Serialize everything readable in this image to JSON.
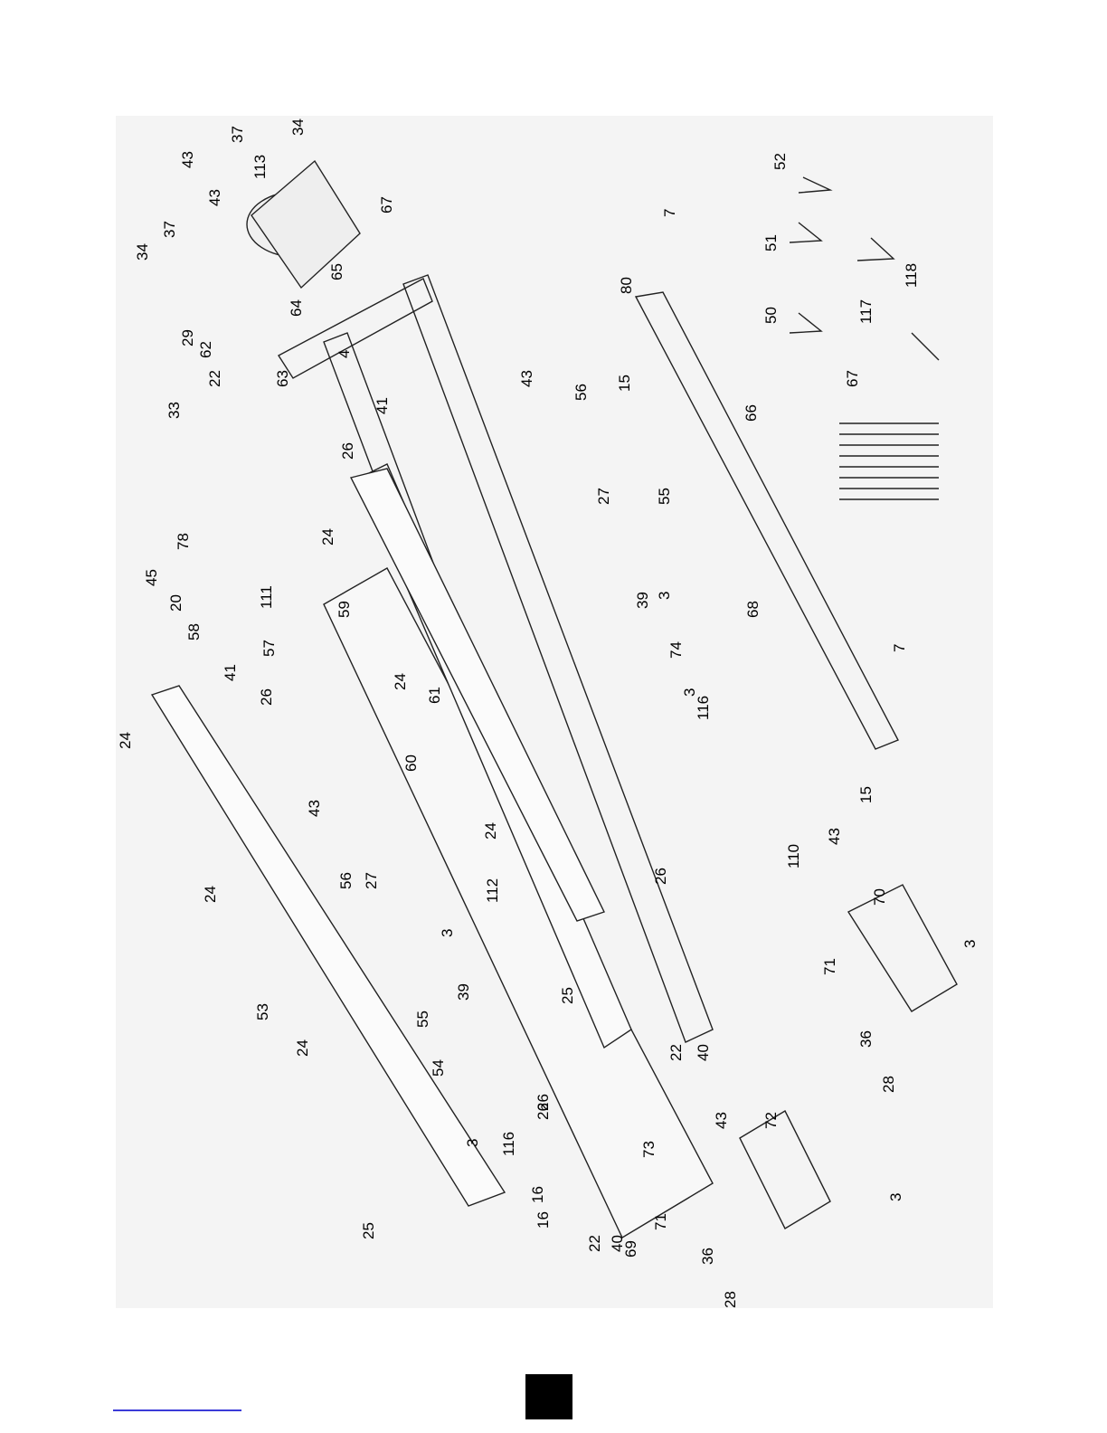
{
  "page": {
    "link_color": "#3b3bd8",
    "page_box_color": "#000000"
  },
  "diagram": {
    "callouts": [
      {
        "id": "c34a",
        "text": "34"
      },
      {
        "id": "c37a",
        "text": "37"
      },
      {
        "id": "c43a",
        "text": "43"
      },
      {
        "id": "c113",
        "text": "113"
      },
      {
        "id": "c43b",
        "text": "43"
      },
      {
        "id": "c37b",
        "text": "37"
      },
      {
        "id": "c34b",
        "text": "34"
      },
      {
        "id": "c67a",
        "text": "67"
      },
      {
        "id": "c65",
        "text": "65"
      },
      {
        "id": "c64",
        "text": "64"
      },
      {
        "id": "c29",
        "text": "29"
      },
      {
        "id": "c62",
        "text": "62"
      },
      {
        "id": "c4",
        "text": "4"
      },
      {
        "id": "c33",
        "text": "33"
      },
      {
        "id": "c22a",
        "text": "22"
      },
      {
        "id": "c63",
        "text": "63"
      },
      {
        "id": "c41a",
        "text": "41"
      },
      {
        "id": "c26a",
        "text": "26"
      },
      {
        "id": "c43c",
        "text": "43"
      },
      {
        "id": "c56a",
        "text": "56"
      },
      {
        "id": "c27a",
        "text": "27"
      },
      {
        "id": "c45",
        "text": "45"
      },
      {
        "id": "c24a",
        "text": "24"
      },
      {
        "id": "c78",
        "text": "78"
      },
      {
        "id": "c20",
        "text": "20"
      },
      {
        "id": "c111",
        "text": "111"
      },
      {
        "id": "c58",
        "text": "58"
      },
      {
        "id": "c59",
        "text": "59"
      },
      {
        "id": "c41b",
        "text": "41"
      },
      {
        "id": "c57",
        "text": "57"
      },
      {
        "id": "c26b",
        "text": "26"
      },
      {
        "id": "c24b",
        "text": "24"
      },
      {
        "id": "c55a",
        "text": "55"
      },
      {
        "id": "c3a",
        "text": "3"
      },
      {
        "id": "c39a",
        "text": "39"
      },
      {
        "id": "c80",
        "text": "80"
      },
      {
        "id": "c7a",
        "text": "7"
      },
      {
        "id": "c15a",
        "text": "15"
      },
      {
        "id": "c66",
        "text": "66"
      },
      {
        "id": "c68",
        "text": "68"
      },
      {
        "id": "c7b",
        "text": "7"
      },
      {
        "id": "c15b",
        "text": "15"
      },
      {
        "id": "c74",
        "text": "74"
      },
      {
        "id": "c61",
        "text": "61"
      },
      {
        "id": "c3b",
        "text": "3"
      },
      {
        "id": "c116a",
        "text": "116"
      },
      {
        "id": "c24c",
        "text": "24"
      },
      {
        "id": "c60",
        "text": "60"
      },
      {
        "id": "c43d",
        "text": "43"
      },
      {
        "id": "c56b",
        "text": "56"
      },
      {
        "id": "c27b",
        "text": "27"
      },
      {
        "id": "c24d",
        "text": "24"
      },
      {
        "id": "c24e",
        "text": "24"
      },
      {
        "id": "c24f",
        "text": "24"
      },
      {
        "id": "c53",
        "text": "53"
      },
      {
        "id": "c112",
        "text": "112"
      },
      {
        "id": "c3c",
        "text": "3"
      },
      {
        "id": "c39b",
        "text": "39"
      },
      {
        "id": "c55b",
        "text": "55"
      },
      {
        "id": "c54",
        "text": "54"
      },
      {
        "id": "c3d",
        "text": "3"
      },
      {
        "id": "c116b",
        "text": "116"
      },
      {
        "id": "c25a",
        "text": "25"
      },
      {
        "id": "c26c",
        "text": "26"
      },
      {
        "id": "c16a",
        "text": "16"
      },
      {
        "id": "c110",
        "text": "110"
      },
      {
        "id": "c43e",
        "text": "43"
      },
      {
        "id": "c70",
        "text": "70"
      },
      {
        "id": "c3e",
        "text": "3"
      },
      {
        "id": "c26d",
        "text": "26"
      },
      {
        "id": "c25b",
        "text": "25"
      },
      {
        "id": "c71a",
        "text": "71"
      },
      {
        "id": "c22b",
        "text": "22"
      },
      {
        "id": "c40a",
        "text": "40"
      },
      {
        "id": "c36a",
        "text": "36"
      },
      {
        "id": "c28a",
        "text": "28"
      },
      {
        "id": "c26e",
        "text": "26"
      },
      {
        "id": "c73",
        "text": "73"
      },
      {
        "id": "c43f",
        "text": "43"
      },
      {
        "id": "c72",
        "text": "72"
      },
      {
        "id": "c3f",
        "text": "3"
      },
      {
        "id": "c16b",
        "text": "16"
      },
      {
        "id": "c22c",
        "text": "22"
      },
      {
        "id": "c40b",
        "text": "40"
      },
      {
        "id": "c69",
        "text": "69"
      },
      {
        "id": "c71b",
        "text": "71"
      },
      {
        "id": "c36b",
        "text": "36"
      },
      {
        "id": "c28b",
        "text": "28"
      },
      {
        "id": "c52",
        "text": "52"
      },
      {
        "id": "c51",
        "text": "51"
      },
      {
        "id": "c50",
        "text": "50"
      },
      {
        "id": "c117",
        "text": "117"
      },
      {
        "id": "c118",
        "text": "118"
      },
      {
        "id": "c67b",
        "text": "67"
      }
    ]
  }
}
